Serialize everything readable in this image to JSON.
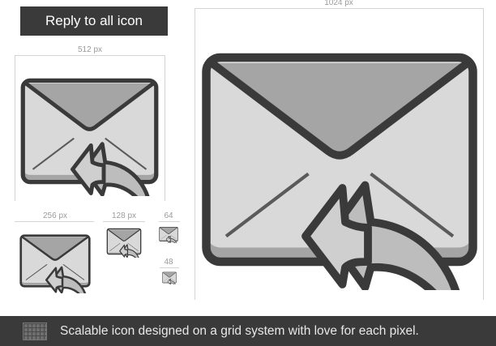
{
  "title": "Reply to all icon",
  "icon": "reply-all-envelope-icon",
  "sizes": {
    "large": "1024 px",
    "medium": "512 px",
    "small": "256 px",
    "xsmall": "128 px",
    "tiny": "64",
    "micro": "48"
  },
  "footer": {
    "grid_icon": "pixel-grid-icon",
    "text": "Scalable icon designed on a grid system with love for each pixel."
  },
  "colors": {
    "outline": "#3a3a3a",
    "envelope_body": "#d9d9d9",
    "envelope_flap": "#a5a5a5",
    "arrow_fill": "#bdbdbd",
    "footer_bg": "#3a3a3a"
  }
}
